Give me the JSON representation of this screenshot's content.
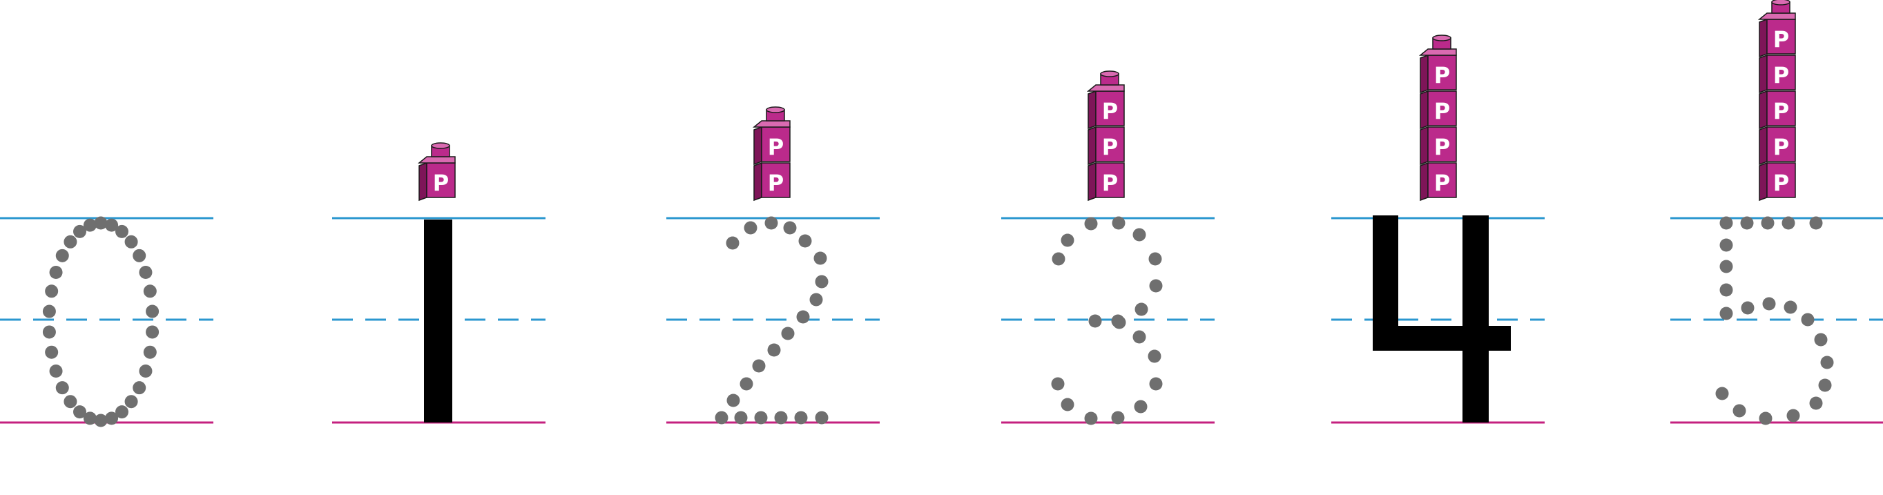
{
  "colors": {
    "top_line": "#2b97cf",
    "mid_line": "#2b97cf",
    "base_line": "#c4207f",
    "dot": "#6f6f6f",
    "solid_digit": "#000000",
    "cube_face": "#bb2a8b",
    "cube_side": "#7e1558",
    "cube_top": "#da6ab1",
    "cube_outline": "#1a1a1a",
    "cube_letter": "#ffffff"
  },
  "cube_letter": "P",
  "numerals": [
    {
      "digit": "0",
      "cubes": 0,
      "style": "dotted"
    },
    {
      "digit": "1",
      "cubes": 1,
      "style": "solid"
    },
    {
      "digit": "2",
      "cubes": 2,
      "style": "dotted"
    },
    {
      "digit": "3",
      "cubes": 3,
      "style": "dotted"
    },
    {
      "digit": "4",
      "cubes": 4,
      "style": "solid"
    },
    {
      "digit": "5",
      "cubes": 5,
      "style": "dotted"
    }
  ]
}
